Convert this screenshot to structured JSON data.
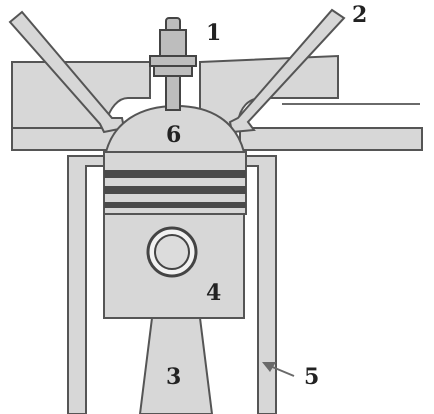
{
  "diagram": {
    "labels": {
      "spark_plug": "1",
      "valve": "2",
      "connecting_rod": "3",
      "piston": "4",
      "cylinder_wall": "5",
      "combustion_chamber": "6"
    }
  }
}
